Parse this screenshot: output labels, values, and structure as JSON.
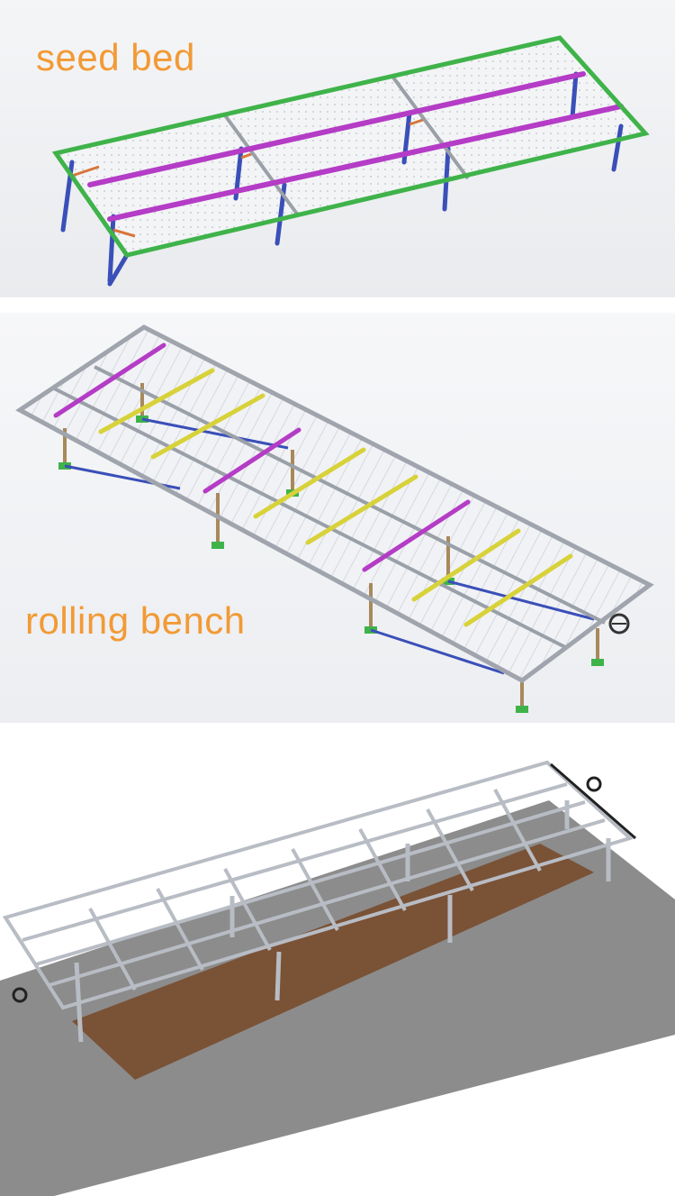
{
  "captions": {
    "seed_bed": "seed bed",
    "rolling_bench": "rolling bench"
  },
  "colors": {
    "caption": "#f29a35",
    "frame_green": "#3fb34a",
    "legs_blue": "#3a4fb8",
    "crossbar_purple": "#b43cc6",
    "crossbar_yellow": "#d8d23a",
    "steel": "#b8bcc4",
    "soil": "#7a5236",
    "concrete": "#8c8c8c"
  },
  "illustrations": [
    {
      "name": "seed-bed-render"
    },
    {
      "name": "rolling-bench-render"
    },
    {
      "name": "installed-bench-render"
    }
  ]
}
